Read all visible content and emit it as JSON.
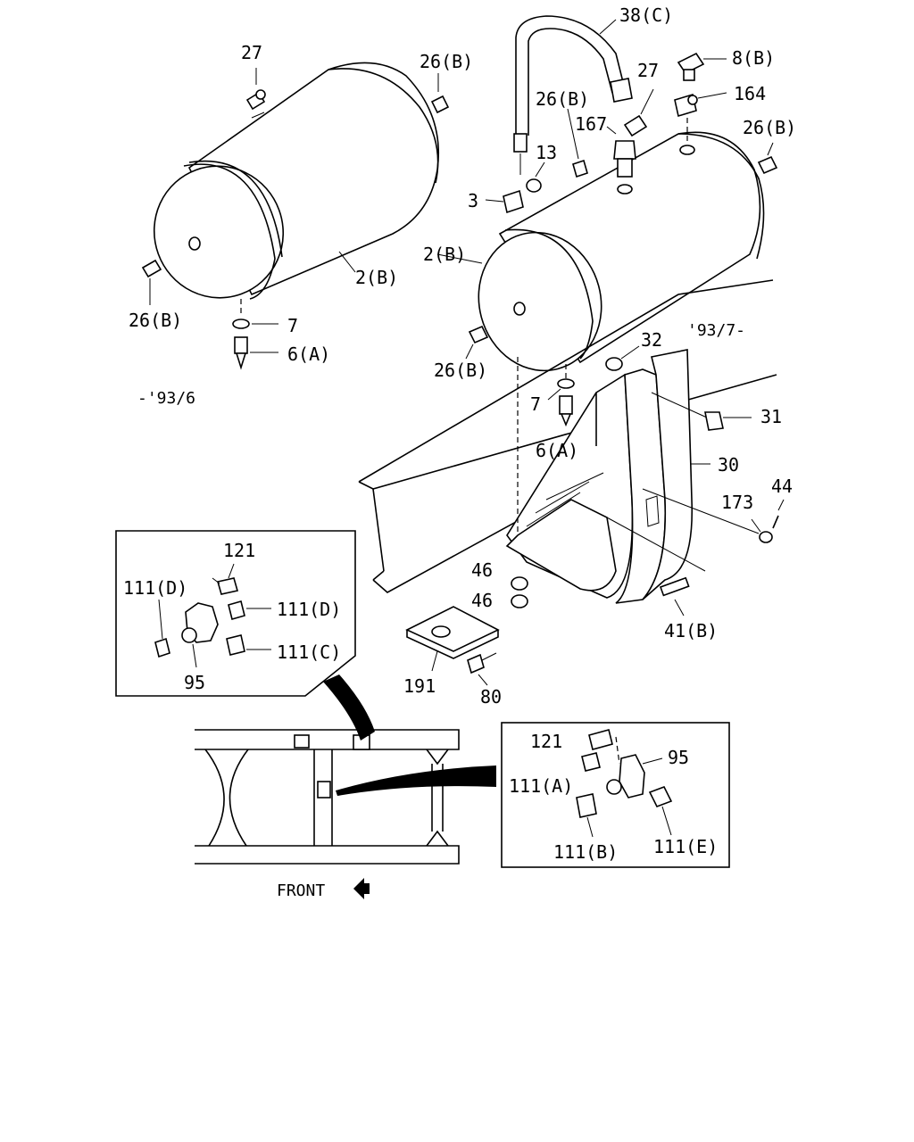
{
  "labels": {
    "l27a": "27",
    "l26b_top": "26(B)",
    "l38c": "38(C)",
    "l27b": "27",
    "l8b": "8(B)",
    "l26b_mid": "26(B)",
    "l164": "164",
    "l167": "167",
    "l26b_right": "26(B)",
    "l13": "13",
    "l3": "3",
    "l2b_left": "2(B)",
    "l2b_right": "2(B)",
    "l26b_left": "26(B)",
    "l7_left": "7",
    "l6a_left": "6(A)",
    "date_left": "-'93/6",
    "date_right": "'93/7-",
    "l32": "32",
    "l26b_lower": "26(B)",
    "l31": "31",
    "l7_mid": "7",
    "l6a_mid": "6(A)",
    "l30": "30",
    "l173": "173",
    "l44": "44",
    "l46a": "46",
    "l46b": "46",
    "l41b": "41(B)",
    "l191": "191",
    "l80": "80",
    "inset_left": {
      "l121": "121",
      "l111d_a": "111(D)",
      "l111d_b": "111(D)",
      "l111c": "111(C)",
      "l95": "95"
    },
    "inset_right": {
      "l121": "121",
      "l95": "95",
      "l111a": "111(A)",
      "l111b": "111(B)",
      "l111e": "111(E)"
    },
    "front": "FRONT"
  }
}
